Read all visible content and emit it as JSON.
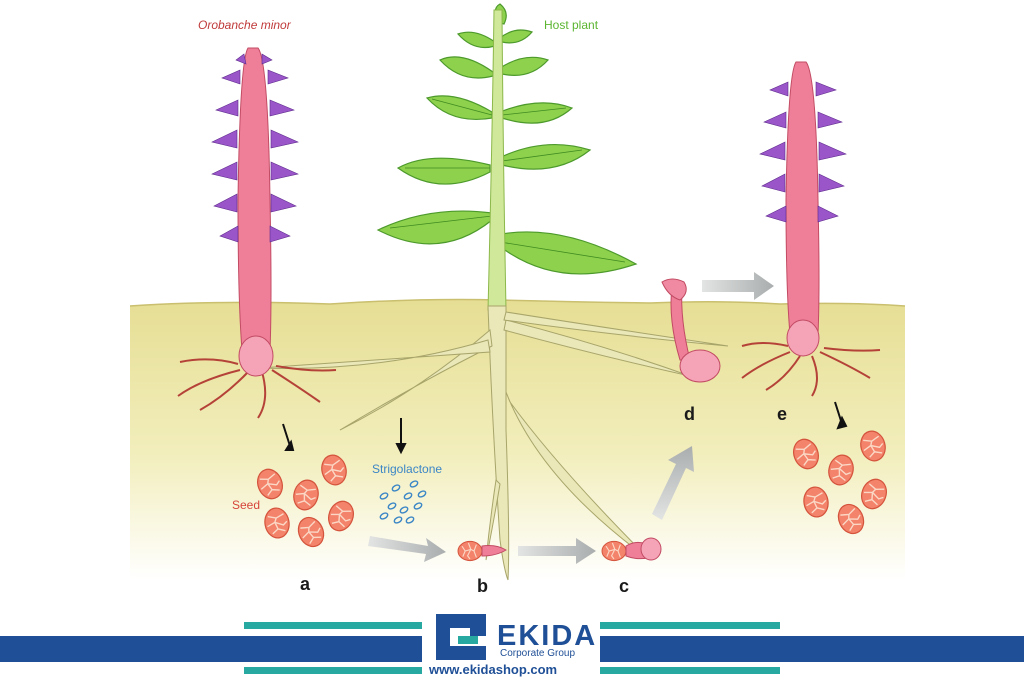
{
  "labels": {
    "parasite_name": "Orobanche minor",
    "host_name": "Host plant",
    "signal_name": "Strigolactone",
    "seed_label": "Seed"
  },
  "stages": [
    "a",
    "b",
    "c",
    "d",
    "e"
  ],
  "logo": {
    "name": "EKIDA",
    "tagline": "Corporate Group",
    "url": "www.ekidashop.com"
  },
  "colors": {
    "soil": "#e9e49c",
    "leaf": "#8ed14c",
    "stem": "#cfe89a",
    "parasite_stem": "#ef7f99",
    "flower": "#9a56c9",
    "seed": "#f07a5a",
    "arrow": "#b9bcbc",
    "brand_blue": "#1f4f96",
    "brand_teal": "#27a9a1"
  }
}
